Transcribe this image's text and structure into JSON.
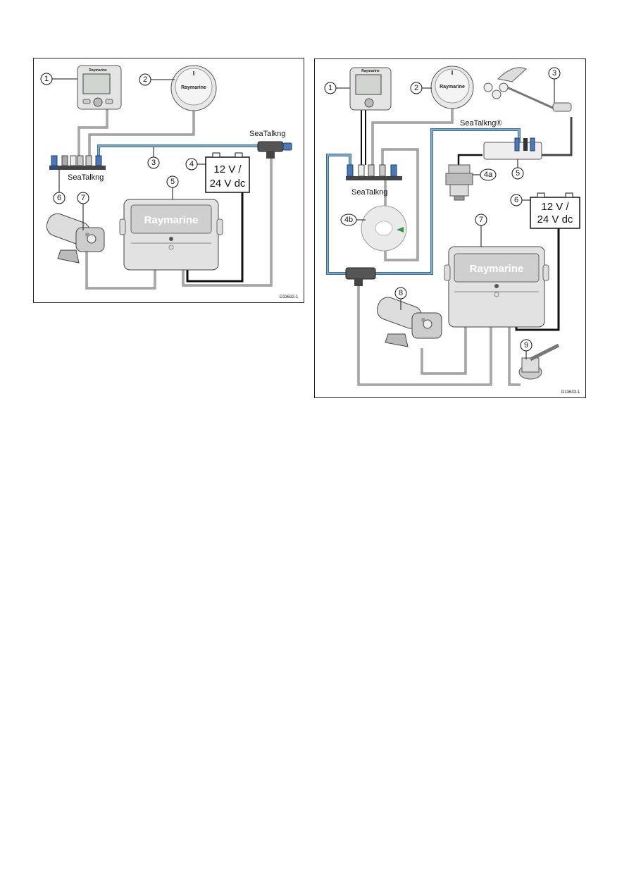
{
  "left": {
    "callouts": [
      "1",
      "2",
      "3",
      "4",
      "5",
      "6",
      "7"
    ],
    "seatalkng_label_top": "SeaTalkng",
    "seatalkng_label_bus": "SeaTalkng",
    "battery_line1": "12 V /",
    "battery_line2": "24 V dc",
    "brand_controller": "Raymarine",
    "brand_compass": "Raymarine",
    "brand_display": "Raymarine",
    "ref": "D13632-1"
  },
  "right": {
    "callouts": [
      "1",
      "2",
      "3",
      "4a",
      "4b",
      "5",
      "6",
      "7",
      "8",
      "9"
    ],
    "seatalkng_label_top": "SeaTalkng®",
    "seatalkng_label_bus": "SeaTalkng",
    "battery_line1": "12 V /",
    "battery_line2": "24 V dc",
    "brand_controller": "Raymarine",
    "brand_compass": "Raymarine",
    "brand_display": "Raymarine",
    "ref": "D13633-1"
  },
  "colors": {
    "backbone": "#5b8fb5",
    "cable_gray": "#888888",
    "power_black": "#111111",
    "connector_blue": "#4a78b8"
  }
}
